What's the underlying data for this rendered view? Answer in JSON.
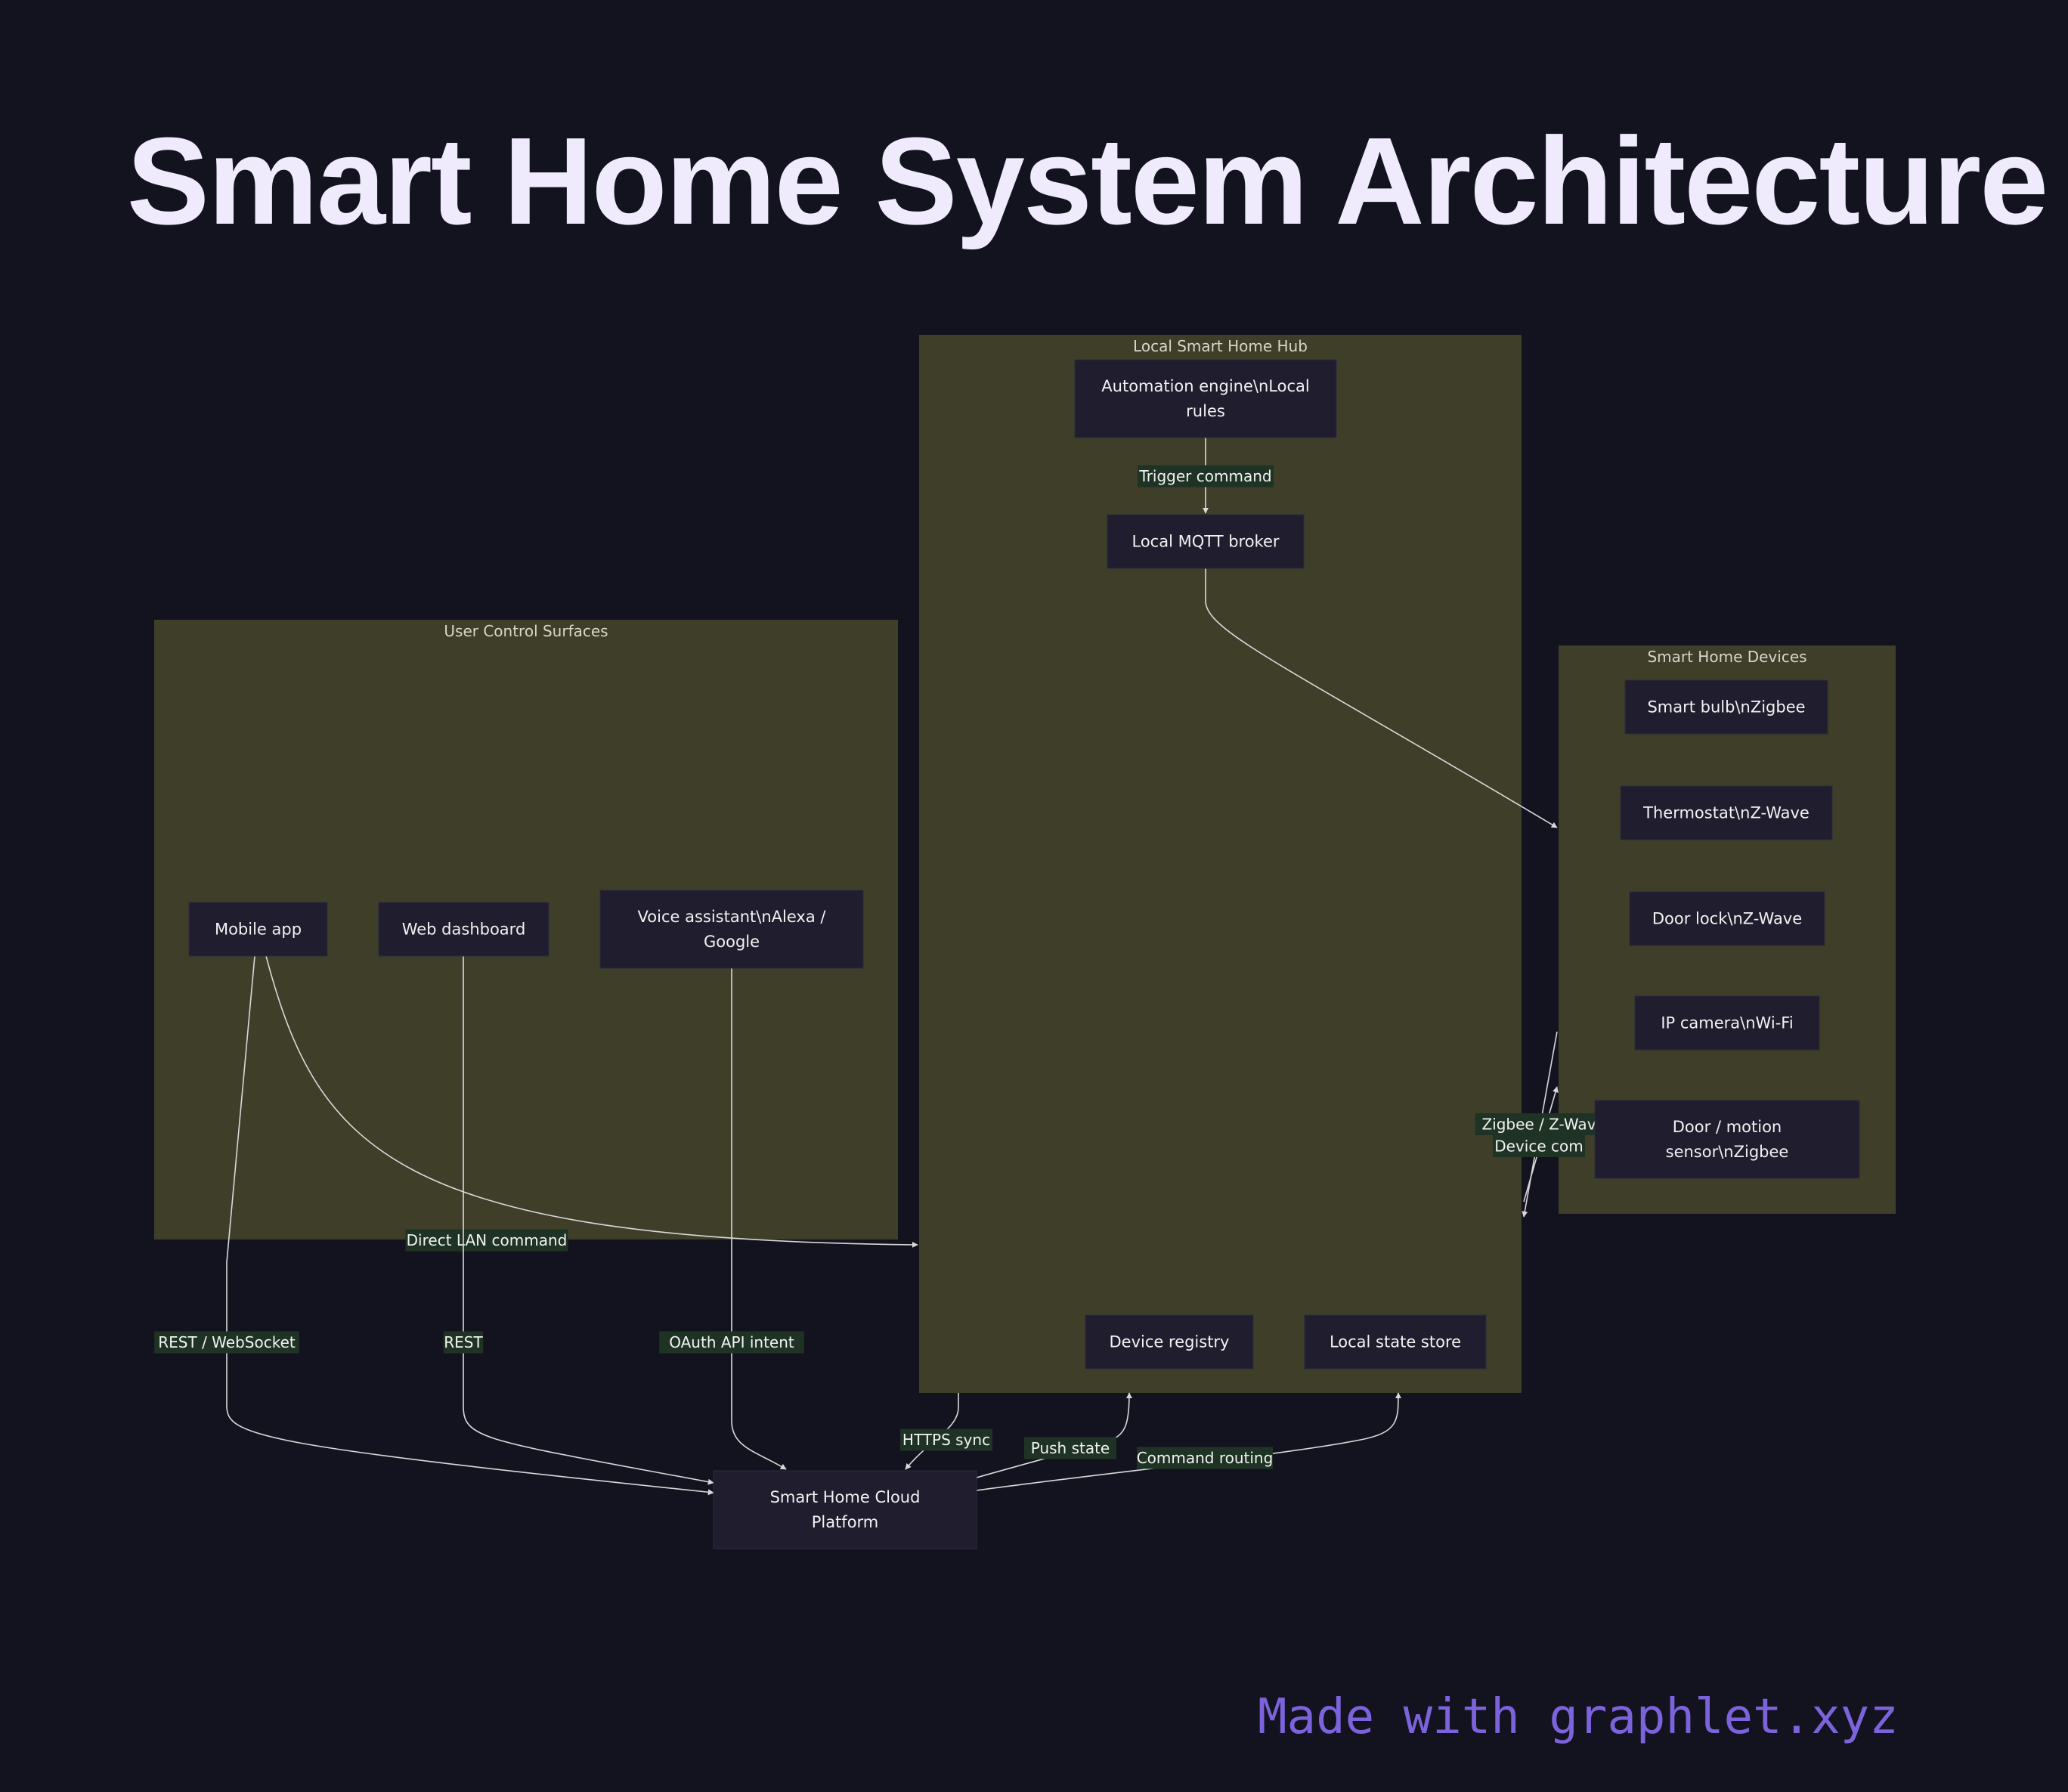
{
  "title": "Smart Home System Architecture",
  "footer": "Made with graphlet.xyz",
  "colors": {
    "background": "#13131f",
    "group_fill": "#3e3e29",
    "node_fill": "#1f1d2e",
    "edge": "#d9d9d9",
    "edge_label_bg": "#1f3324",
    "title": "#efeafc",
    "footer": "#7c63dc"
  },
  "groups": [
    {
      "id": "hub",
      "label": "Local Smart Home Hub"
    },
    {
      "id": "surfaces",
      "label": "User Control Surfaces"
    },
    {
      "id": "devices",
      "label": "Smart Home Devices"
    }
  ],
  "nodes": [
    {
      "id": "automation",
      "lines": [
        "Automation engine\\nLocal",
        "rules"
      ]
    },
    {
      "id": "mqtt",
      "lines": [
        "Local MQTT broker"
      ]
    },
    {
      "id": "registry",
      "lines": [
        "Device registry"
      ]
    },
    {
      "id": "state",
      "lines": [
        "Local state store"
      ]
    },
    {
      "id": "mobile",
      "lines": [
        "Mobile app"
      ]
    },
    {
      "id": "web",
      "lines": [
        "Web dashboard"
      ]
    },
    {
      "id": "voice",
      "lines": [
        "Voice assistant\\nAlexa /",
        "Google"
      ]
    },
    {
      "id": "bulb",
      "lines": [
        "Smart bulb\\nZigbee"
      ]
    },
    {
      "id": "thermostat",
      "lines": [
        "Thermostat\\nZ-Wave"
      ]
    },
    {
      "id": "lock",
      "lines": [
        "Door lock\\nZ-Wave"
      ]
    },
    {
      "id": "camera",
      "lines": [
        "IP camera\\nWi-Fi"
      ]
    },
    {
      "id": "sensor",
      "lines": [
        "Door / motion",
        "sensor\\nZigbee"
      ]
    },
    {
      "id": "cloud",
      "lines": [
        "Smart Home Cloud",
        "Platform"
      ]
    }
  ],
  "edges": [
    {
      "id": "trigger",
      "from": "automation",
      "to": "mqtt",
      "label": "Trigger command"
    },
    {
      "id": "mqtt-devices",
      "from": "mqtt",
      "to": "devices",
      "label": ""
    },
    {
      "id": "zigbee",
      "from": "devices",
      "to": "hub",
      "label_lines": [
        "Zigbee / Z-Wav",
        "Device com"
      ]
    },
    {
      "id": "lan",
      "from": "mobile",
      "to": "hub",
      "label": "Direct LAN command"
    },
    {
      "id": "rest-ws",
      "from": "mobile",
      "to": "cloud",
      "label": "REST / WebSocket"
    },
    {
      "id": "rest",
      "from": "web",
      "to": "cloud",
      "label": "REST"
    },
    {
      "id": "oauth",
      "from": "voice",
      "to": "cloud",
      "label": "OAuth API intent"
    },
    {
      "id": "https-sync",
      "from": "hub",
      "to": "cloud",
      "label": "HTTPS sync"
    },
    {
      "id": "push-state",
      "from": "cloud",
      "to": "registry",
      "label": "Push state"
    },
    {
      "id": "command-routing",
      "from": "cloud",
      "to": "state",
      "label": "Command routing"
    }
  ]
}
